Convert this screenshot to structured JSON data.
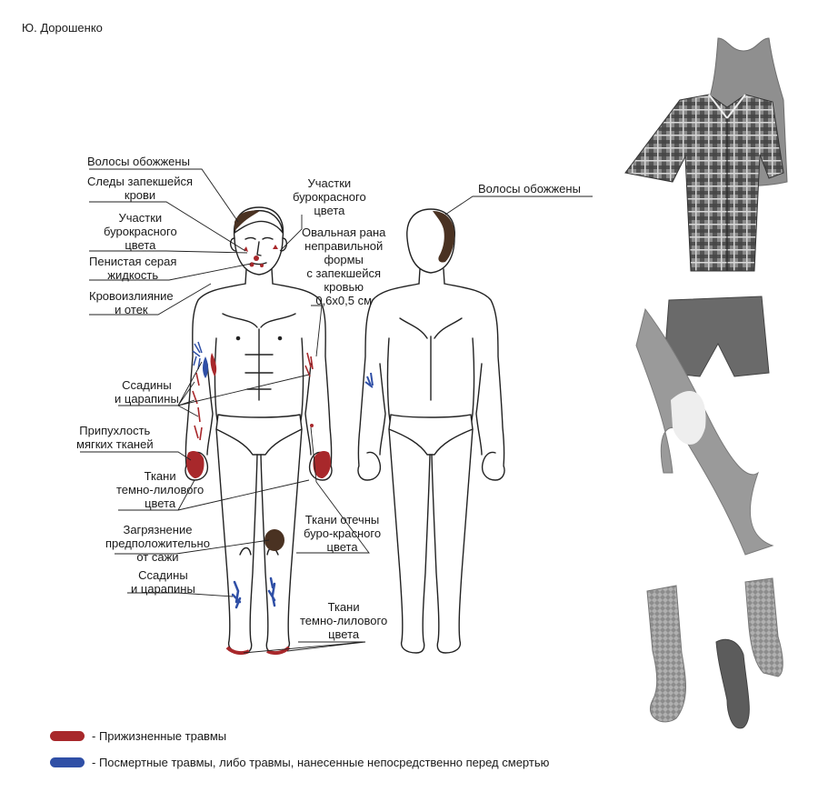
{
  "author": "Ю. Дорошенко",
  "colors": {
    "antemortem": "#a8282b",
    "postmortem": "#2f4fa6",
    "soot": "#4a3222",
    "line": "#222222"
  },
  "front_labels": {
    "hair": "Волосы обожжены",
    "blood_traces": "Следы запекшейся\nкрови",
    "redbrown_areas": "Участки\nбурокрасного\nцвета",
    "foam": "Пенистая серая\nжидкость",
    "hemorrhage": "Кровоизлияние\nи отек",
    "abrasions_arms": "Ссадины\nи царапины",
    "swelling": "Припухлость\nмягких тканей",
    "dark_lilac_hands": "Ткани\nтемно-лилового\nцвета",
    "soot": "Загрязнение\nпредположительно\nот сажи",
    "abrasions_legs": "Ссадины\nи царапины"
  },
  "middle_labels": {
    "redbrown_face": "Участки\nбурокрасного\nцвета",
    "oval_wound": "Овальная рана\nнеправильной\nформы\nс запекшейся\nкровью\n0,6х0,5 см",
    "edema_redbrown": "Ткани отечны\nбуро-красного\nцвета",
    "dark_lilac_feet": "Ткани\nтемно-лилового\nцвета"
  },
  "back_labels": {
    "hair": "Волосы обожжены"
  },
  "clothing": [
    "tank-top",
    "plaid-shirt",
    "shorts",
    "long-johns",
    "socks"
  ],
  "legend": [
    {
      "label": "- Прижизненные травмы",
      "color": "#a8282b"
    },
    {
      "label": "- Посмертные травмы, либо травмы, нанесенные непосредственно перед смертью",
      "color": "#2f4fa6"
    }
  ]
}
